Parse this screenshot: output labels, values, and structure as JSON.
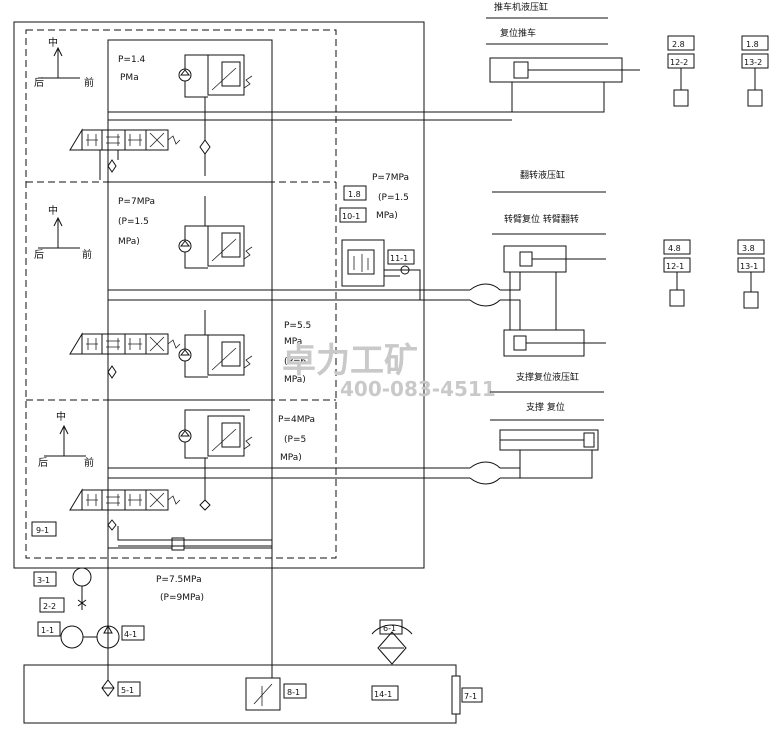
{
  "watermark": {
    "brand": "卓力工矿",
    "phone": "400-083-4511"
  },
  "headings": {
    "left_cylinder_group": "推车机液压缸",
    "left_cylinder_action": "复位推车",
    "dump_cylinder_group": "翻转液压缸",
    "dump_cylinder_action": "转臂复位  转臂翻转",
    "support_cylinder_group": "支撑复位液压缸",
    "support_cylinder_action": "支撑   复位"
  },
  "valve_sections": [
    {
      "pos_mid": "中",
      "pos_rear": "后",
      "pos_front": "前",
      "pressure_1": "P=1.4",
      "pressure_2": "PMa"
    },
    {
      "pos_mid": "中",
      "pos_rear": "后",
      "pos_front": "前",
      "pressure_1": "P=7MPa",
      "pressure_2": "(P=1.5",
      "pressure_3": "MPa)"
    },
    {
      "pos_mid": "中",
      "pos_rear": "后",
      "pos_front": "前",
      "pressure_1": "P=4MPa",
      "pressure_2": "(P=5",
      "pressure_3": "MPa)"
    }
  ],
  "mid_relief": {
    "pressure_1": "P=5.5",
    "pressure_2": "MPa",
    "pressure_3": "(P=6",
    "pressure_4": "MPa)"
  },
  "accumulator_block": {
    "pressure_1": "P=7MPa",
    "pressure_2": "(P=1.5",
    "pressure_3": "MPa)"
  },
  "main_pressure": {
    "line_1": "P=7.5MPa",
    "line_2": "(P=9MPa)"
  },
  "tags": {
    "t_1_8": "1.8",
    "t_10_1": "10-1",
    "t_11_1": "11-1",
    "t_9_1": "9-1",
    "t_3_1": "3-1",
    "t_2_2": "2-2",
    "t_1_1": "1-1",
    "t_4_1": "4-1",
    "t_5_1": "5-1",
    "t_8_1": "8-1",
    "t_6_1": "6-1",
    "t_14_1": "14-1",
    "t_7_1": "7-1",
    "t_2a": "2.8",
    "t_12_2": "12-2",
    "t_1b": "1.8",
    "t_13_2": "13-2",
    "t_4c": "4.8",
    "t_12_1": "12-1",
    "t_3d": "3.8",
    "t_13_1": "13-1"
  }
}
